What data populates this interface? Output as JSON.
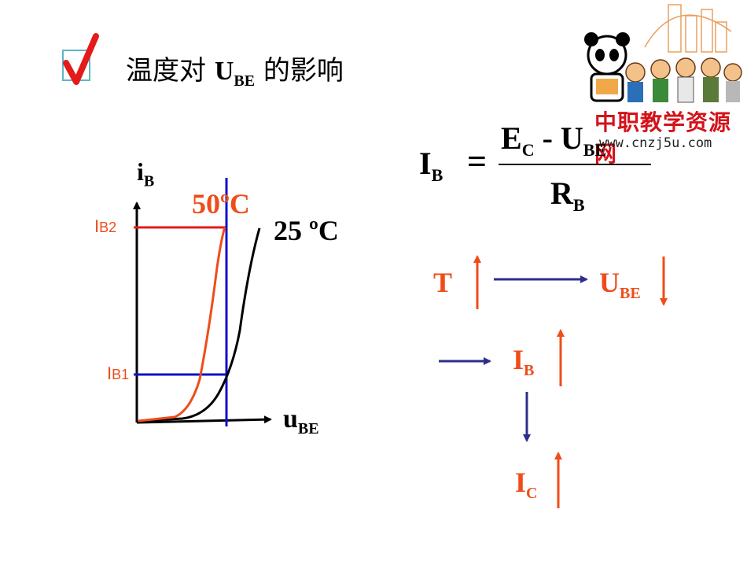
{
  "title": {
    "main": "温度对 ",
    "u": "U",
    "sub": "BE",
    "rest": " 的影响"
  },
  "logo": {
    "name": "中职教学资源网",
    "url": "www.cnzj5u.com"
  },
  "graph": {
    "y_axis_main": "i",
    "y_axis_sub": "B",
    "x_axis_main": "u",
    "x_axis_sub": "BE",
    "curve_hot_label": "50ºC",
    "curve_room_label": "25 ºC",
    "level_high_main": "I",
    "level_high_sub": "B2",
    "level_low_main": "I",
    "level_low_sub": "B1"
  },
  "formula": {
    "lhs_main": "I",
    "lhs_sub": "B",
    "eq": "=",
    "num_a": "E",
    "num_a_sub": "C",
    "minus": "-",
    "num_b": "U",
    "num_b_sub": "BE",
    "den": "R",
    "den_sub": "B"
  },
  "chain": {
    "t": "T",
    "ube_main": "U",
    "ube_sub": "BE",
    "ib_main": "I",
    "ib_sub": "B",
    "ic_main": "I",
    "ic_sub": "C"
  },
  "colors": {
    "red": "#ee4d1a",
    "blue": "#1010c8",
    "navy": "#2e2e8c",
    "black": "#000000"
  }
}
